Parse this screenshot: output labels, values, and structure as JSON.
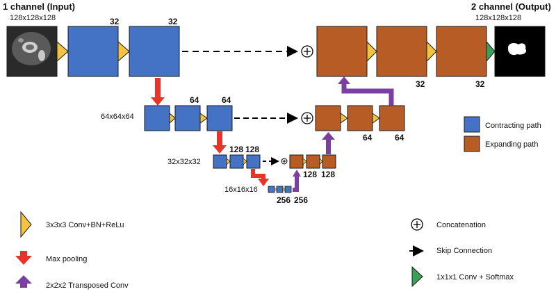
{
  "input": {
    "title": "1 channel (Input)",
    "size": "128x128x128"
  },
  "output": {
    "title": "2 channel (Output)",
    "size": "128x128x128"
  },
  "levels": {
    "l1": {
      "size": "",
      "enc_ch": [
        "32",
        "32"
      ],
      "dec_ch": [
        "32",
        "32"
      ]
    },
    "l2": {
      "size": "64x64x64",
      "enc_ch": [
        "64",
        "64"
      ],
      "dec_ch": [
        "64",
        "64"
      ]
    },
    "l3": {
      "size": "32x32x32",
      "enc_ch": [
        "128",
        "128"
      ],
      "dec_ch": [
        "128",
        "128"
      ]
    },
    "l4": {
      "size": "16x16x16",
      "ch": [
        "256",
        "256"
      ]
    }
  },
  "legend_right": {
    "contracting": "Contracting path",
    "expanding": "Expanding path"
  },
  "legend_bottom": {
    "conv": "3x3x3 Conv+BN+ReLu",
    "maxpool": "Max pooling",
    "transposed": "2x2x2 Transposed Conv",
    "concat": "Concatenation",
    "skip": "Skip Connection",
    "final": "1x1x1 Conv + Softmax"
  },
  "colors": {
    "contracting": "#4472c4",
    "expanding": "#b85c26",
    "conv_arrow": "#f5c342",
    "maxpool_arrow": "#e8332a",
    "transposed_arrow": "#7b3fa0",
    "softmax_arrow": "#3aa05a",
    "border": "#1a1a1a"
  }
}
